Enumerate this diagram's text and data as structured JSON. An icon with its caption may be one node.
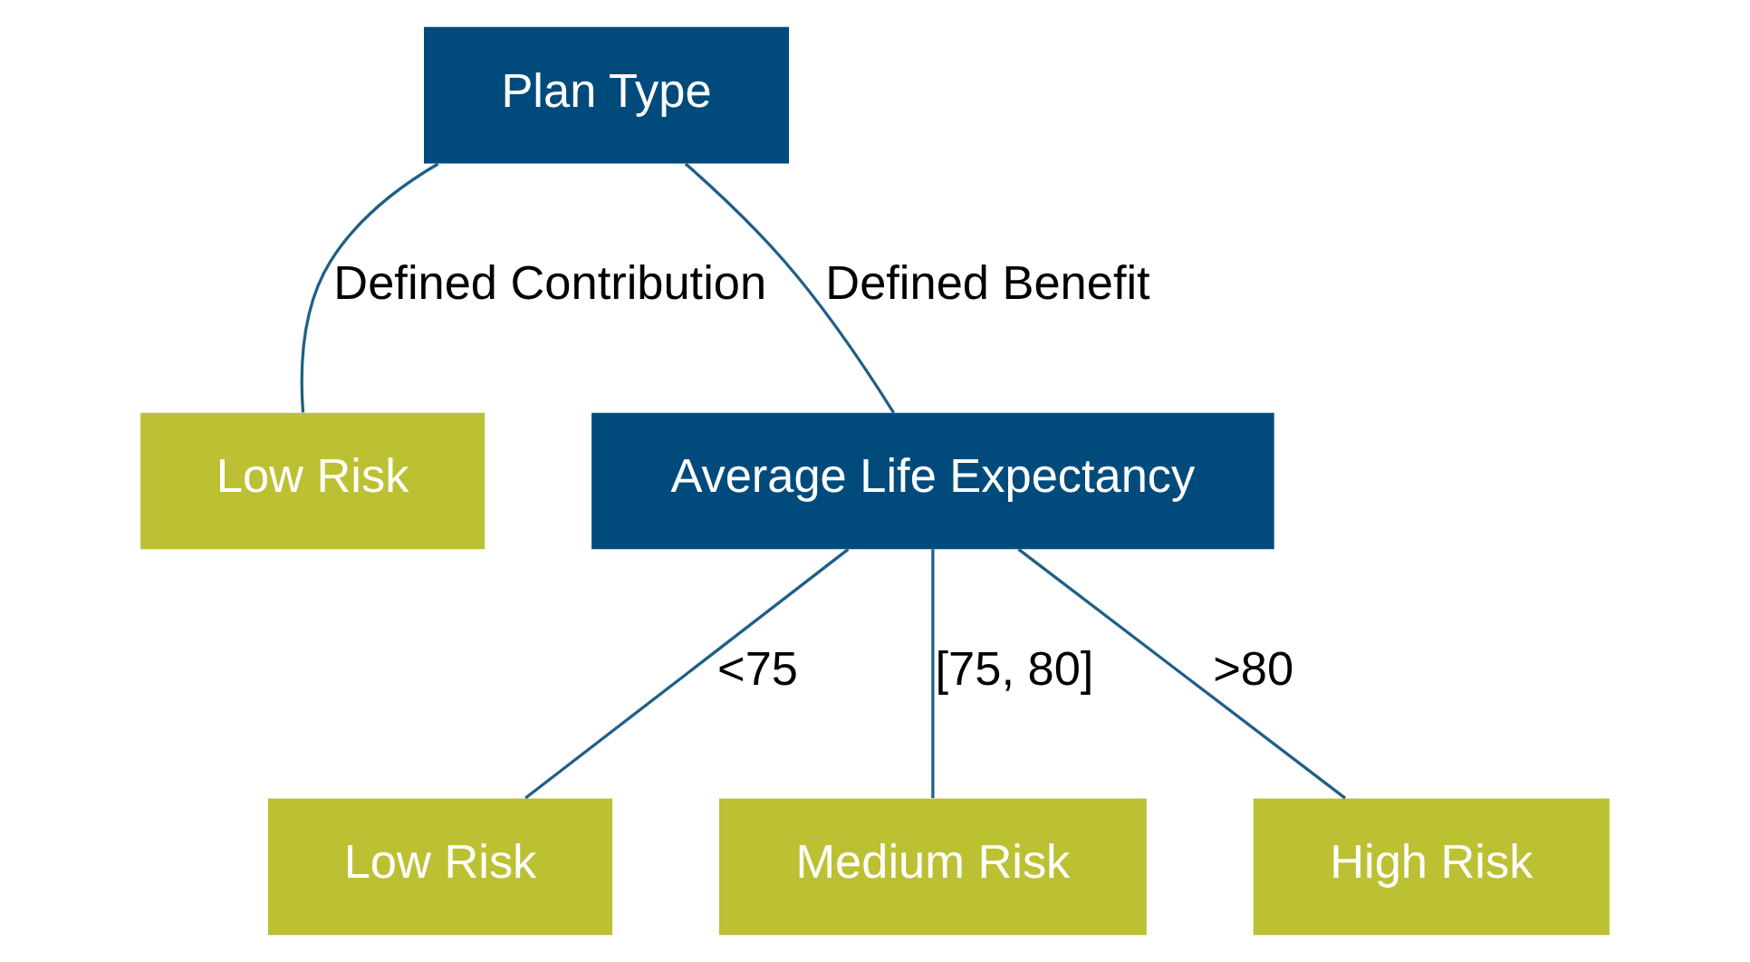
{
  "diagram": {
    "nodes": [
      {
        "text": [
          "Plan Type"
        ]
      },
      {
        "text": [
          "Low Risk"
        ]
      },
      {
        "text": [
          "Average Life Expectancy"
        ]
      },
      {
        "text": [
          "Low Risk"
        ]
      },
      {
        "text": [
          "Medium Risk"
        ]
      },
      {
        "text": [
          "High Risk"
        ]
      }
    ],
    "edges": [
      {
        "from": 0,
        "to": 1,
        "arrow": "none",
        "label": "Defined Contribution"
      },
      {
        "from": 0,
        "to": 2,
        "arrow": "none",
        "label": "Defined Benefit"
      },
      {
        "from": 2,
        "to": 3,
        "arrow": "none",
        "label": "<75"
      },
      {
        "from": 2,
        "to": 4,
        "arrow": "none",
        "label": "[75, 80]"
      },
      {
        "from": 2,
        "to": 5,
        "arrow": "none",
        "label": ">80"
      }
    ]
  }
}
